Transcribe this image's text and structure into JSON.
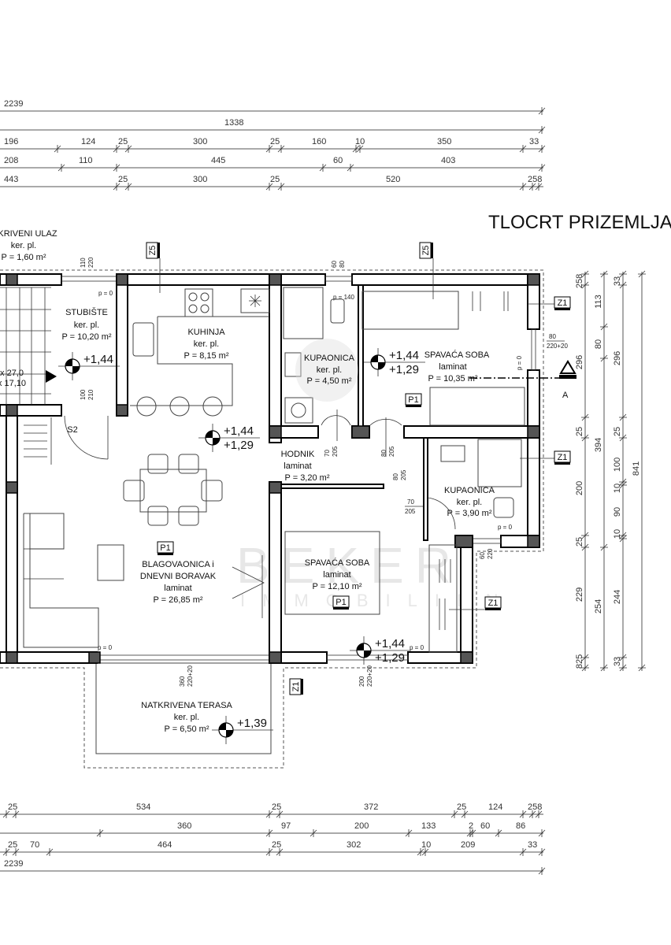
{
  "title": "TLOCRT PRIZEMLJA",
  "watermark": {
    "line1": "BEKER",
    "line2": "IMMOBILIEN"
  },
  "rooms": {
    "entrance": {
      "name": "KRIVENI ULAZ",
      "floor": "ker. pl.",
      "area": "P = 1,60 m²"
    },
    "stairs": {
      "name": "STUBIŠTE",
      "floor": "ker. pl.",
      "area": "P = 10,20 m²"
    },
    "kitchen": {
      "name": "KUHINJA",
      "floor": "ker. pl.",
      "area": "P = 8,15 m²"
    },
    "bath1": {
      "name": "KUPAONICA",
      "floor": "ker. pl.",
      "area": "P = 4,50 m²"
    },
    "bedroom1": {
      "name": "SPAVAĆA SOBA",
      "floor": "laminat",
      "area": "P = 10,35 m²"
    },
    "hall": {
      "name": "HODNIK",
      "floor": "laminat",
      "area": "P = 3,20 m²"
    },
    "bath2": {
      "name": "KUPAONICA",
      "floor": "ker. pl.",
      "area": "P = 3,90 m²"
    },
    "living": {
      "name1": "BLAGOVAONICA i",
      "name2": "DNEVNI BORAVAK",
      "floor": "laminat",
      "area": "P = 26,85 m²"
    },
    "bedroom2": {
      "name": "SPAVAĆA SOBA",
      "floor": "laminat",
      "area": "P = 12,10 m²"
    },
    "terrace": {
      "name": "NATKRIVENA TERASA",
      "floor": "ker. pl.",
      "area": "P = 6,50 m²"
    }
  },
  "levels": {
    "stairs": {
      "top": "+1,44"
    },
    "living": {
      "top": "+1,44",
      "bottom": "+1,29"
    },
    "bedroom1": {
      "top": "+1,44",
      "bottom": "+1,29"
    },
    "bedroom2": {
      "top": "+1,44",
      "bottom": "+1,29"
    },
    "terrace": {
      "top": "+1,39"
    }
  },
  "tags": {
    "p1": "P1",
    "z1": "Z1",
    "z5": "Z5",
    "section": "A",
    "s2": "S2"
  },
  "stair_info": {
    "line1": "x 27,0",
    "line2": "x 17,10"
  },
  "openings": {
    "stair_window": [
      "110",
      "220"
    ],
    "stair_door": [
      "100",
      "210"
    ],
    "bath1_window": [
      "60",
      "80"
    ],
    "bath1_sill": "p = 140",
    "hall_door1": [
      "70",
      "205"
    ],
    "hall_door2": [
      "80",
      "205"
    ],
    "hall_door3": [
      "80",
      "205"
    ],
    "bath2_door": [
      "70",
      "205"
    ],
    "bed1_window": [
      "80",
      "220+20"
    ],
    "bath2_window": [
      "60",
      "220"
    ],
    "living_door": [
      "360",
      "220+20"
    ],
    "bed2_door": [
      "200",
      "220+20"
    ],
    "sill_zero": "p = 0"
  },
  "dimensions": {
    "top": [
      [
        "2239"
      ],
      [
        "1338"
      ],
      [
        "196",
        "124",
        "25",
        "300",
        "25",
        "160",
        "10",
        "350",
        "33"
      ],
      [
        "208",
        "110",
        "445",
        "60",
        "403"
      ],
      [
        "443",
        "25",
        "300",
        "25",
        "520",
        "258"
      ]
    ],
    "bottom": [
      [
        "25",
        "534",
        "25",
        "372",
        "25",
        "124",
        "258"
      ],
      [
        "360",
        "97",
        "200",
        "133",
        "2",
        "60",
        "86"
      ],
      [
        "25",
        "70",
        "464",
        "25",
        "302",
        "10",
        "209",
        "33"
      ],
      [
        "2239"
      ]
    ],
    "right": [
      [
        "258",
        "296",
        "25",
        "200",
        "25",
        "229",
        "825"
      ],
      [
        "113",
        "80",
        "394",
        "254"
      ],
      [
        "33",
        "296",
        "25",
        "100",
        "10",
        "90",
        "10",
        "244",
        "33"
      ],
      [
        "841"
      ]
    ]
  }
}
